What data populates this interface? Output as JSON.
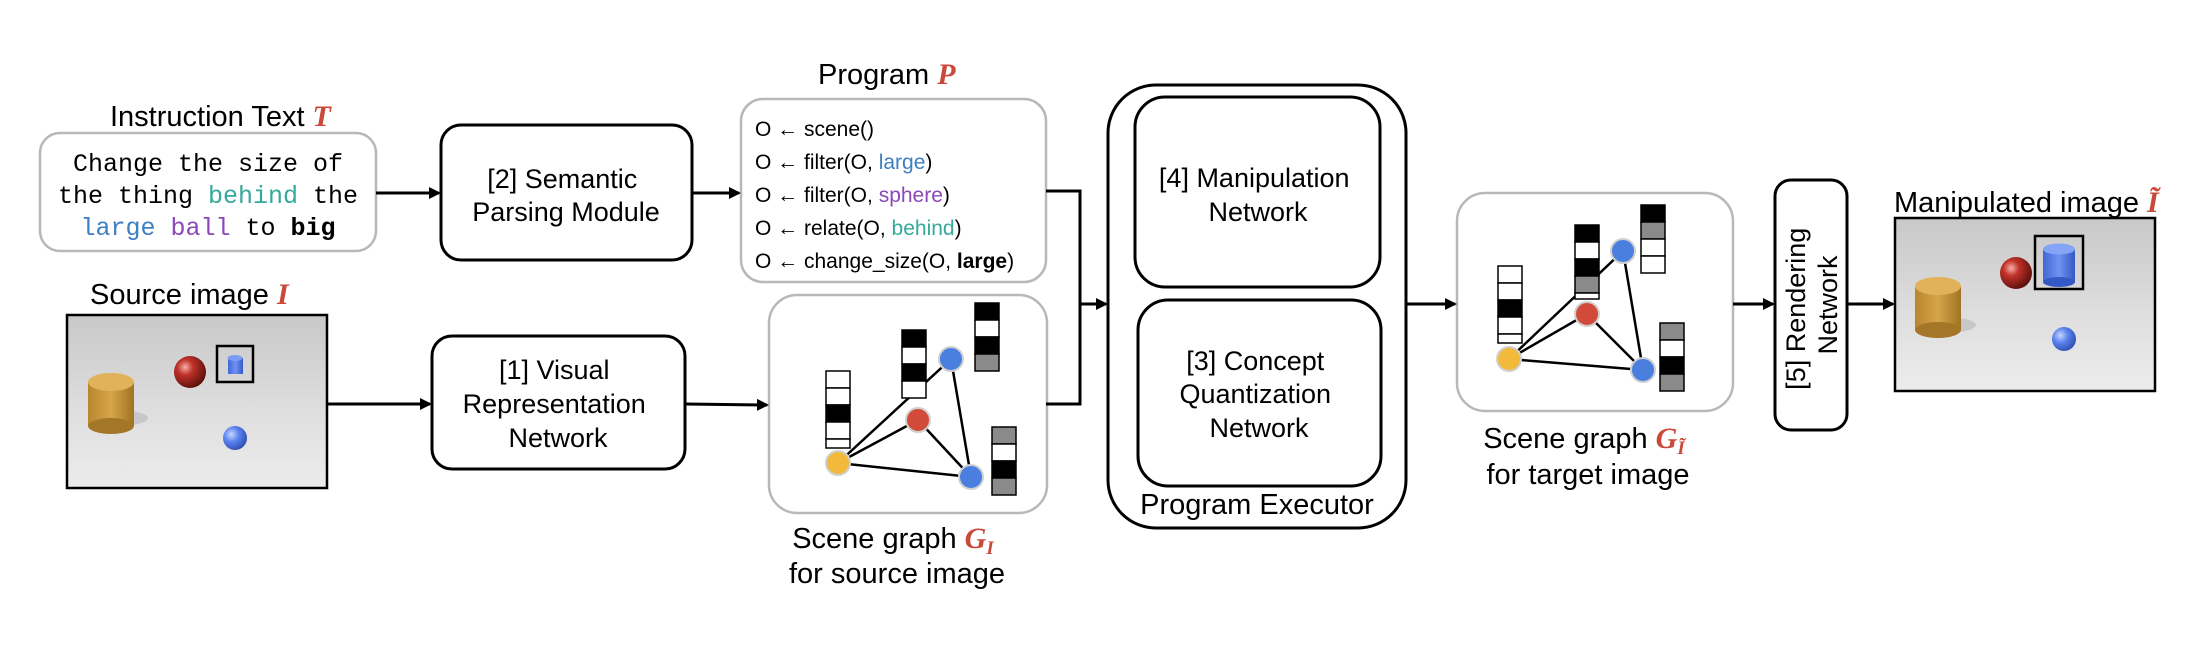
{
  "instruction": {
    "title": "Instruction Text",
    "symbol": "T",
    "lines": [
      [
        {
          "t": "Change the size of",
          "c": "plain"
        }
      ],
      [
        {
          "t": "the thing ",
          "c": "plain"
        },
        {
          "t": "behind",
          "c": "teal"
        },
        {
          "t": " the",
          "c": "plain"
        }
      ],
      [
        {
          "t": "large",
          "c": "blue"
        },
        {
          "t": " ",
          "c": "plain"
        },
        {
          "t": "ball",
          "c": "purple"
        },
        {
          "t": " to ",
          "c": "plain"
        },
        {
          "t": "big",
          "c": "bold"
        }
      ]
    ]
  },
  "source_image": {
    "title": "Source image",
    "symbol": "I"
  },
  "modules": {
    "semantic": [
      "[2] Semantic",
      "Parsing Module"
    ],
    "visual": [
      "[1] Visual",
      "Representation",
      "Network"
    ],
    "manipulation": [
      "[4] Manipulation",
      "Network"
    ],
    "concept": [
      "[3] Concept",
      "Quantization",
      "Network"
    ],
    "executor": "Program Executor",
    "rendering": [
      "[5] Rendering",
      "Network"
    ]
  },
  "program": {
    "title": "Program",
    "symbol": "P",
    "lines": [
      [
        {
          "t": "O ← scene()",
          "c": "plain"
        }
      ],
      [
        {
          "t": "O ← filter(O, ",
          "c": "plain"
        },
        {
          "t": "large",
          "c": "blue"
        },
        {
          "t": ")",
          "c": "plain"
        }
      ],
      [
        {
          "t": "O ← filter(O, ",
          "c": "plain"
        },
        {
          "t": "sphere",
          "c": "purple"
        },
        {
          "t": ")",
          "c": "plain"
        }
      ],
      [
        {
          "t": "O ← relate(O, ",
          "c": "plain"
        },
        {
          "t": "behind",
          "c": "teal"
        },
        {
          "t": ")",
          "c": "plain"
        }
      ],
      [
        {
          "t": "O ← change_size(O, ",
          "c": "plain"
        },
        {
          "t": "large",
          "c": "bold"
        },
        {
          "t": ")",
          "c": "plain"
        }
      ]
    ]
  },
  "scene_graph_source": {
    "line1": "Scene graph",
    "symbol": "G",
    "subscript": "I",
    "line2": "for source image"
  },
  "scene_graph_target": {
    "line1": "Scene graph",
    "symbol": "G",
    "subscript": "Ĩ",
    "line2": "for target image"
  },
  "manipulated_image": {
    "title": "Manipulated image",
    "symbol": "Ĩ"
  },
  "colors": {
    "teal": "#35a99b",
    "blue": "#3d7fc4",
    "purple": "#8a48b8",
    "symbol_red": "#c94a3a",
    "node_blue": "#4a7fe0",
    "node_red": "#d24a3a",
    "node_yellow": "#f2b93b"
  }
}
